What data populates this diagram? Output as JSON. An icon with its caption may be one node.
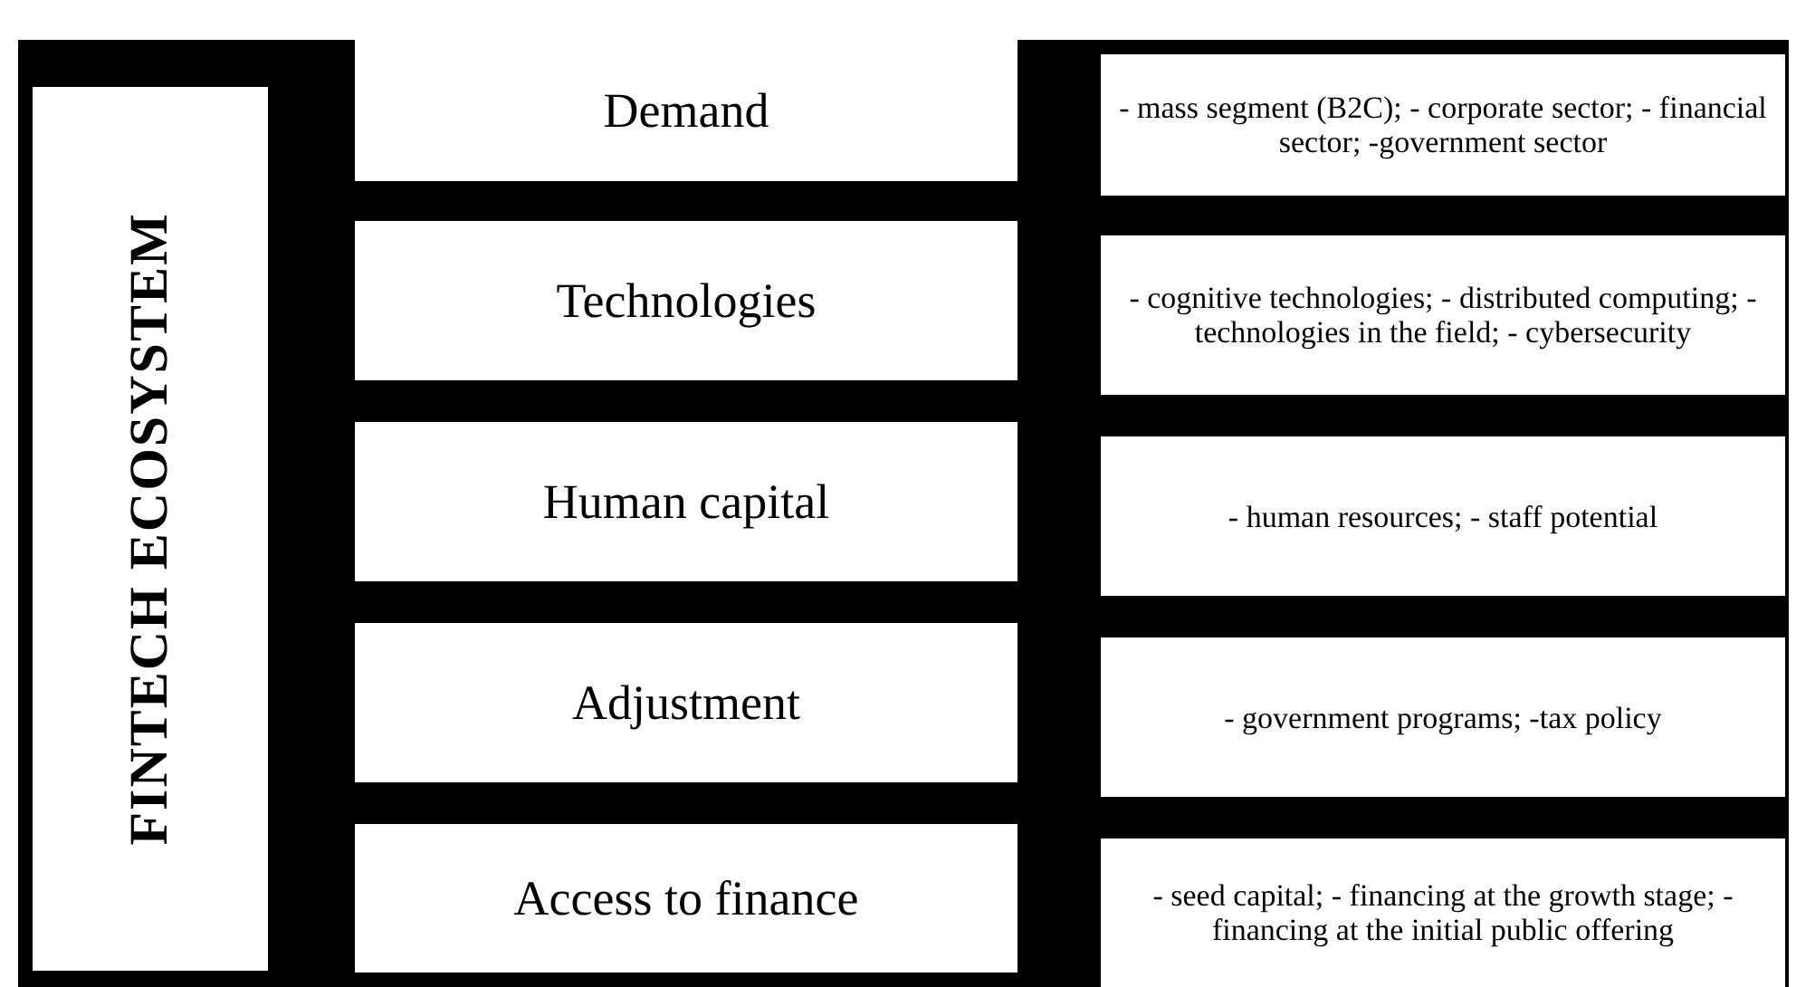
{
  "diagram": {
    "nodes": [
      {
        "text": [
          "FINTECH ECOSYSTEM"
        ]
      },
      {
        "text": [
          "Demand"
        ]
      },
      {
        "text": [
          "Technologies"
        ]
      },
      {
        "text": [
          "Human capital"
        ]
      },
      {
        "text": [
          "Adjustment"
        ]
      },
      {
        "text": [
          "Access to finance"
        ]
      },
      {
        "text": [
          "- mass segment (B2C); - corporate sector; - financial sector; -government sector"
        ]
      },
      {
        "text": [
          "- cognitive technologies; - distributed computing; - technologies in the field; - cybersecurity"
        ]
      },
      {
        "text": [
          "- human resources; - staff potential"
        ]
      },
      {
        "text": [
          "- government programs; -tax policy"
        ]
      },
      {
        "text": [
          "- seed capital; - financing at the growth stage; - financing at the initial public offering"
        ]
      }
    ]
  }
}
